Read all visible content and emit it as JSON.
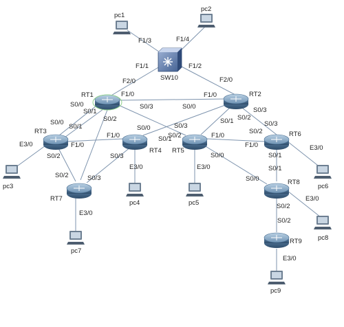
{
  "devices": {
    "pc1": "pc1",
    "pc2": "pc2",
    "sw10": "SW10",
    "rt1": "RT1",
    "rt2": "RT2",
    "rt3": "RT3",
    "rt4": "RT4",
    "rt5": "RT5",
    "rt6": "RT6",
    "rt7": "RT7",
    "rt8": "RT8",
    "rt9": "RT9",
    "pc3": "pc3",
    "pc4": "pc4",
    "pc5": "pc5",
    "pc6": "pc6",
    "pc7": "pc7",
    "pc8": "pc8",
    "pc9": "pc9"
  },
  "ports": {
    "sw_pc1": "F1/3",
    "sw_pc2": "F1/4",
    "sw_rt1": "F1/1",
    "sw_rt2": "F1/2",
    "rt1_sw": "F2/0",
    "rt2_sw": "F2/0",
    "rt1_f10": "F1/0",
    "rt1_s00": "S0/0",
    "rt1_s01": "S0/1",
    "rt1_s02": "S0/2",
    "rt1_s03": "S0/3",
    "rt2_f10": "F1/0",
    "rt2_s00": "S0/0",
    "rt2_s03": "S0/3",
    "rt2_s02": "S0/2",
    "rt2_s01": "S0/1",
    "rt3_s00": "S0/0",
    "rt3_s01": "S0/1",
    "rt3_e30": "E3/0",
    "rt3_f10": "F1/0",
    "rt3_s02": "S0/2",
    "rt4_f10": "F1/0",
    "rt4_s00": "S0/0",
    "rt4_s01": "S0/1",
    "rt4_s03": "S0/3",
    "rt4_e30": "E3/0",
    "rt5_s03": "S0/3",
    "rt5_s02": "S0/2",
    "rt5_f10": "F1/0",
    "rt5_s00": "S0/0",
    "rt5_e30": "E3/0",
    "rt6_s03": "S0/3",
    "rt6_s02": "S0/2",
    "rt6_f10": "F1/0",
    "rt6_s01": "S0/1",
    "rt6_e30": "E3/0",
    "rt7_s02": "S0/2",
    "rt7_s03": "S0/3",
    "rt7_e30": "E3/0",
    "rt8_s01": "S0/1",
    "rt8_s00": "S0/0",
    "rt8_e30": "E3/0",
    "rt8_s02": "S0/2",
    "rt9_s02": "S0/2",
    "rt9_e30": "E3/0"
  },
  "colors": {
    "link": "#7d93ad",
    "router_body": "#46698a",
    "router_top": "#8fb0cc",
    "pc": "#6d7f92",
    "pc_screen": "#c9d6e3"
  }
}
